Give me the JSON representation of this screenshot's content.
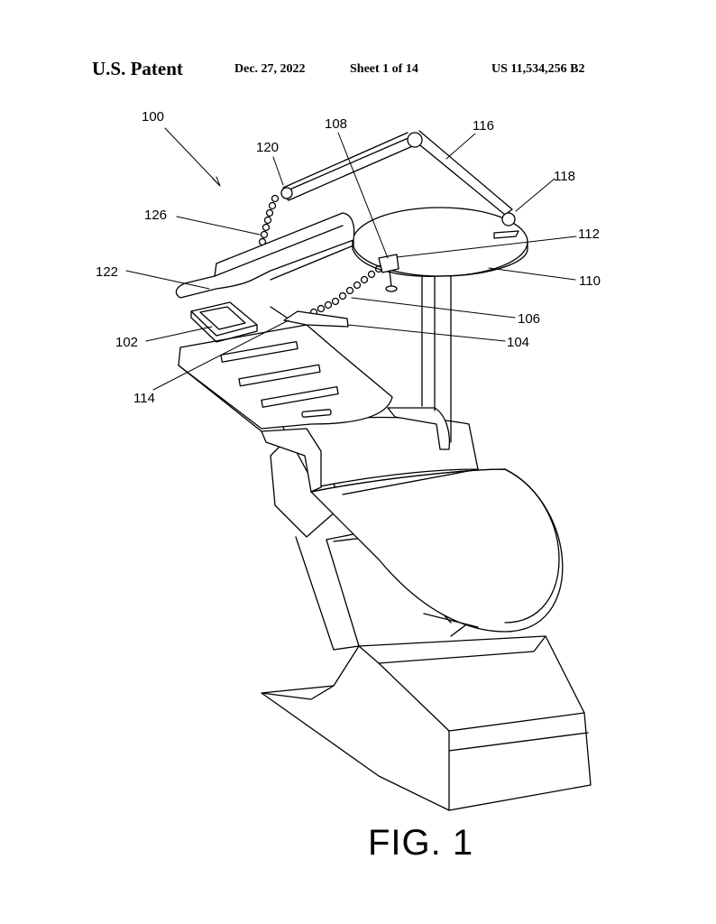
{
  "header": {
    "left": "U.S. Patent",
    "date": "Dec. 27, 2022",
    "sheet": "Sheet 1 of 14",
    "number": "US 11,534,256 B2"
  },
  "figure": {
    "caption": "FIG. 1",
    "refs": {
      "r100": "100",
      "r108": "108",
      "r116": "116",
      "r120": "120",
      "r118": "118",
      "r126": "126",
      "r112": "112",
      "r122": "122",
      "r110": "110",
      "r106": "106",
      "r102": "102",
      "r104": "104",
      "r114": "114"
    }
  }
}
